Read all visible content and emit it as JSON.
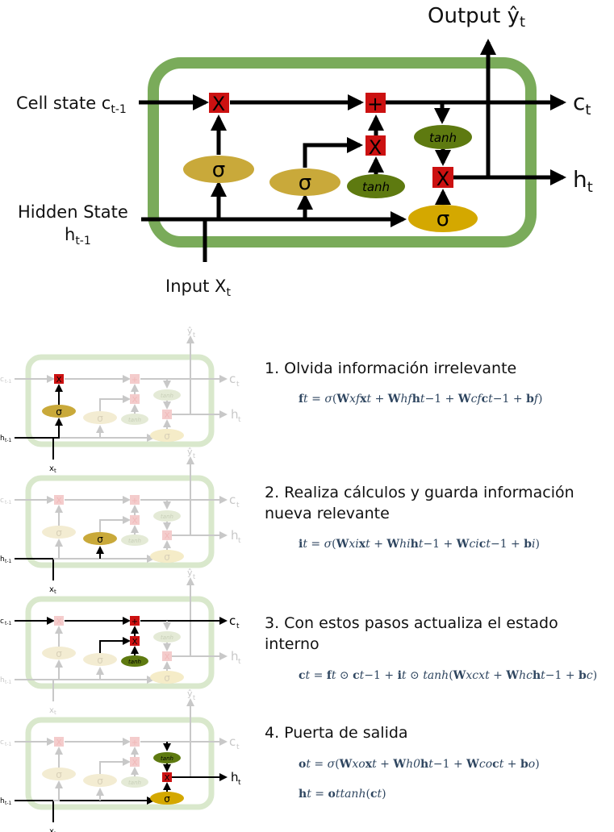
{
  "main": {
    "output_label": "Output ŷ",
    "output_sub": "t",
    "cell_state_label": "Cell state c",
    "cell_state_sub": "t-1",
    "hidden_state_label": "Hidden State",
    "hidden_state_h": "h",
    "hidden_state_sub": "t-1",
    "input_label": "Input X",
    "input_sub": "t",
    "ct_label": "c",
    "ct_sub": "t",
    "ht_label": "h",
    "ht_sub": "t",
    "sigma": "σ",
    "tanh": "tanh",
    "mult": "X",
    "plus": "+"
  },
  "steps": [
    {
      "label": "1. Olvida información irrelevante",
      "equation": "f_t = σ(W_xf x_t + W_hf h_{t−1} + W_cf c_{t−1} + b_f)"
    },
    {
      "label": "2. Realiza cálculos y guarda información nueva relevante",
      "equation": "i_t = σ(W_xi x_t + W_hi h_{t−1} + W_ci c_{t−1} + b_i)"
    },
    {
      "label": "3. Con estos pasos actualiza el estado interno",
      "equation": "c_t = f_t ⊙ c_{t−1} + i_t ⊙ tanh(W_xc x_t + W_hc h_{t−1} + b_c)"
    },
    {
      "label": "4. Puerta de salida",
      "equation": "o_t = σ(W_xo x_t + W_h0 h_{t−1} + W_co c_t + b_o)",
      "equation2": "h_t = o_t tanh(c_t)"
    }
  ],
  "mini": {
    "ct": "c",
    "ht": "h",
    "t": "t",
    "ct1": "c",
    "ht1": "h",
    "t1": "t-1",
    "xt": "x",
    "yt": "ŷ"
  },
  "colors": {
    "box": "#7aab5a",
    "sigma_gold": "#c9a93a",
    "sigma_out": "#d4a800",
    "tanh_green": "#5e7a10",
    "gate_red": "#cc1111"
  }
}
